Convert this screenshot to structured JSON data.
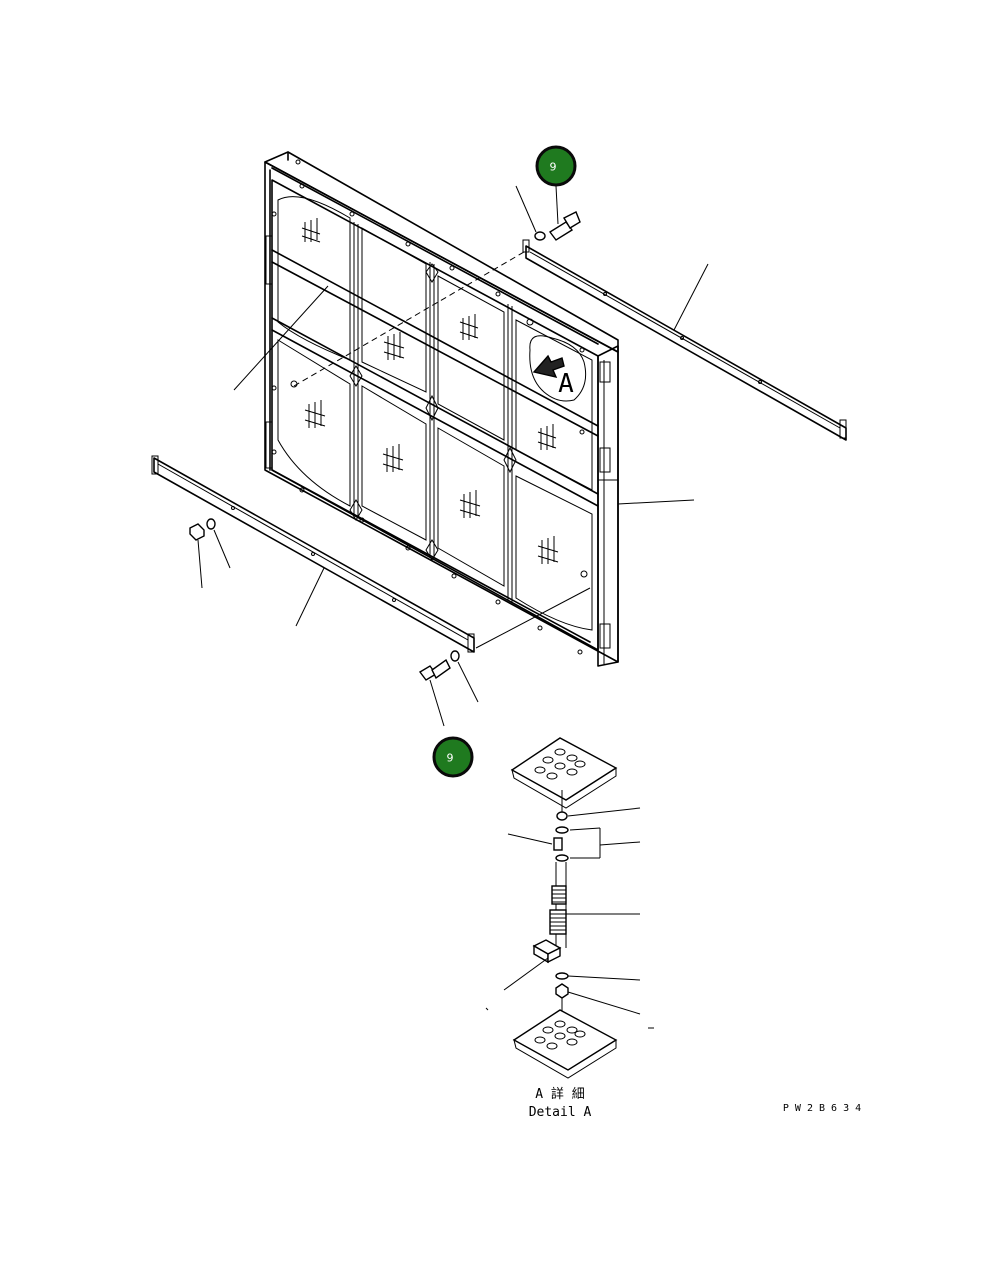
{
  "callouts": [
    {
      "id": "top",
      "text": "9",
      "fill": "#1f7a1f"
    },
    {
      "id": "bottom",
      "text": "9",
      "fill": "#1f7a1f"
    }
  ],
  "view_marker": "A",
  "detail": {
    "title_jp": "A 詳 細",
    "title_en": "Detail A"
  },
  "drawing_code": "P W 2 B 6 3 4"
}
